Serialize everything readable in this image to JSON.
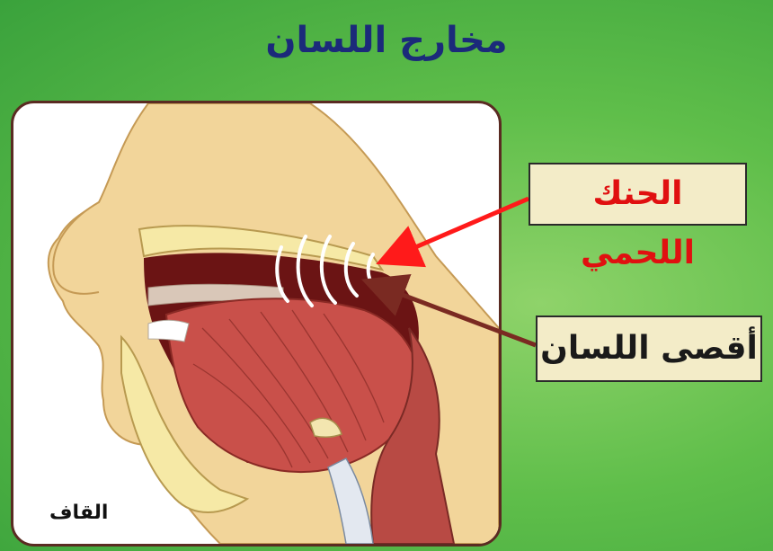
{
  "slide": {
    "title": "مخارج اللسان",
    "background_color": "#5fbe4a",
    "title_color": "#1b2a7a"
  },
  "diagram": {
    "caption": "القاف",
    "labels": {
      "soft_palate": "الحنك اللحمي",
      "back_of_tongue": "أقصى اللسان"
    },
    "colors": {
      "soft_palate_label": "#e01010",
      "soft_palate_arrow": "#ff1a1a",
      "back_of_tongue_label": "#1a1a1a",
      "back_of_tongue_arrow": "#7a2a22",
      "label_box": "#f3ecc8",
      "panel_border": "#5a2b22"
    }
  }
}
